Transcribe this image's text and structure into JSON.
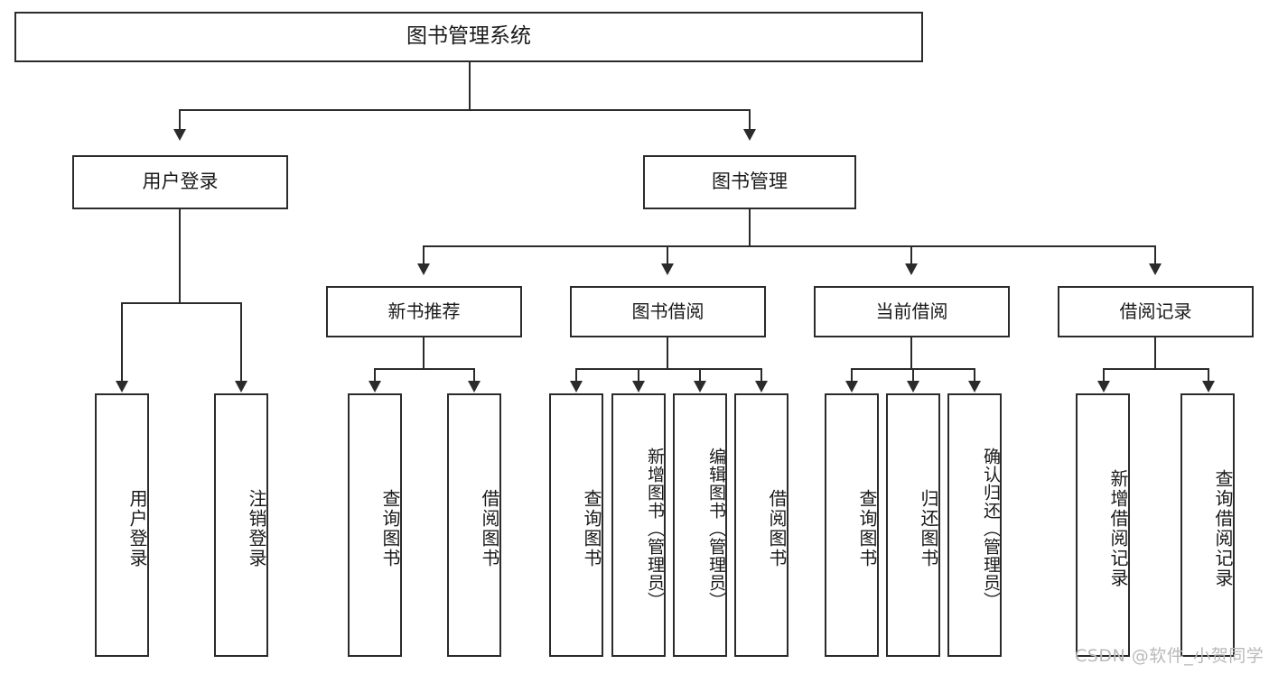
{
  "diagram": {
    "type": "tree",
    "title": "图书管理系统",
    "root": {
      "label": "图书管理系统"
    },
    "level1": [
      {
        "label": "用户登录"
      },
      {
        "label": "图书管理"
      }
    ],
    "level2": [
      {
        "label": "新书推荐"
      },
      {
        "label": "图书借阅"
      },
      {
        "label": "当前借阅"
      },
      {
        "label": "借阅记录"
      }
    ],
    "leaves": {
      "user_login": [
        {
          "label": "用户登录"
        },
        {
          "label": "注销登录"
        }
      ],
      "new_book_recommend": [
        {
          "label": "查询图书"
        },
        {
          "label": "借阅图书"
        }
      ],
      "book_borrow": [
        {
          "label": "查询图书"
        },
        {
          "label": "新增图书（管理员）"
        },
        {
          "label": "编辑图书（管理员）"
        },
        {
          "label": "借阅图书"
        }
      ],
      "current_borrow": [
        {
          "label": "查询图书"
        },
        {
          "label": "归还图书"
        },
        {
          "label": "确认归还（管理员）"
        }
      ],
      "borrow_records": [
        {
          "label": "新增借阅记录"
        },
        {
          "label": "查询借阅记录"
        }
      ]
    }
  },
  "watermark": {
    "text": "CSDN @软件_小贺同学"
  },
  "colors": {
    "stroke": "#2b2b2b",
    "background": "#ffffff",
    "text": "#1a1a1a",
    "watermark": "#b9b9b9"
  }
}
